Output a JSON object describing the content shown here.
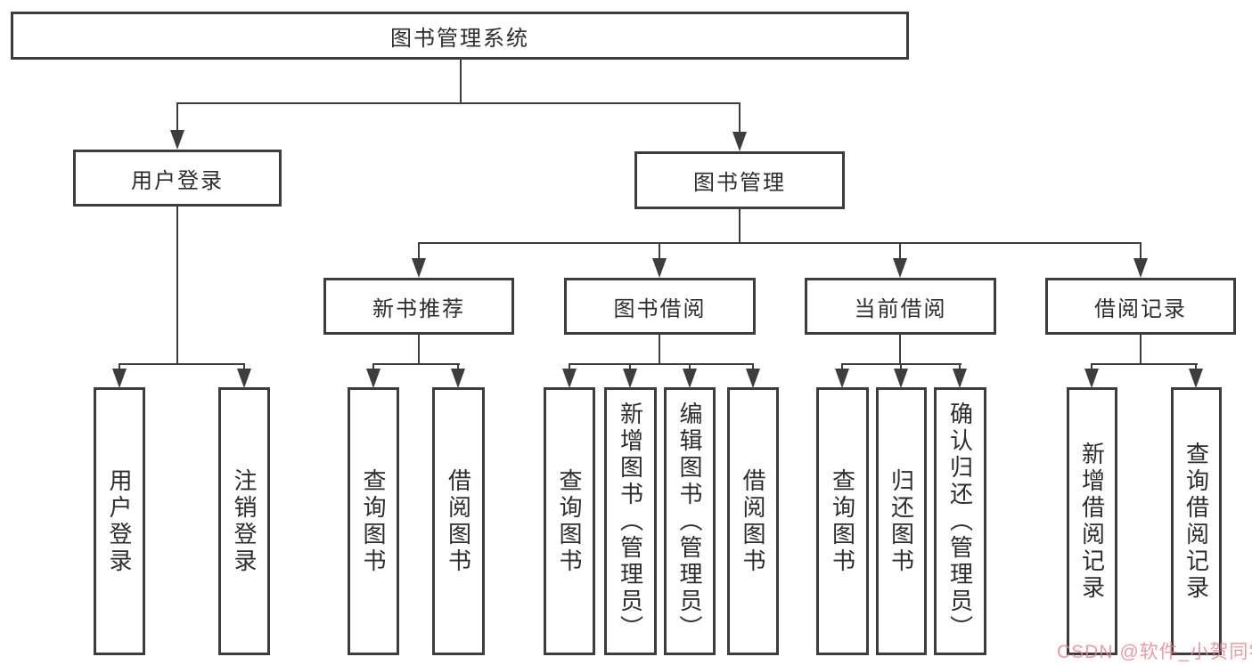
{
  "diagram": {
    "root": {
      "label": "图书管理系统"
    },
    "branches": [
      {
        "label": "用户登录",
        "leaves": [
          "用户登录",
          "注销登录"
        ]
      },
      {
        "label": "图书管理",
        "groups": [
          {
            "label": "新书推荐",
            "leaves": [
              "查询图书",
              "借阅图书"
            ]
          },
          {
            "label": "图书借阅",
            "leaves": [
              "查询图书",
              "新增图书（管理员）",
              "编辑图书（管理员）",
              "借阅图书"
            ]
          },
          {
            "label": "当前借阅",
            "leaves": [
              "查询图书",
              "归还图书",
              "确认归还（管理员）"
            ]
          },
          {
            "label": "借阅记录",
            "leaves": [
              "新增借阅记录",
              "查询借阅记录"
            ]
          }
        ]
      }
    ]
  },
  "watermark": {
    "text": "CSDN @软件_小贺同学",
    "color": "#eb808c"
  },
  "colors": {
    "line": "#3d3d3d",
    "text": "#2d2d2d",
    "background": "#ffffff"
  }
}
